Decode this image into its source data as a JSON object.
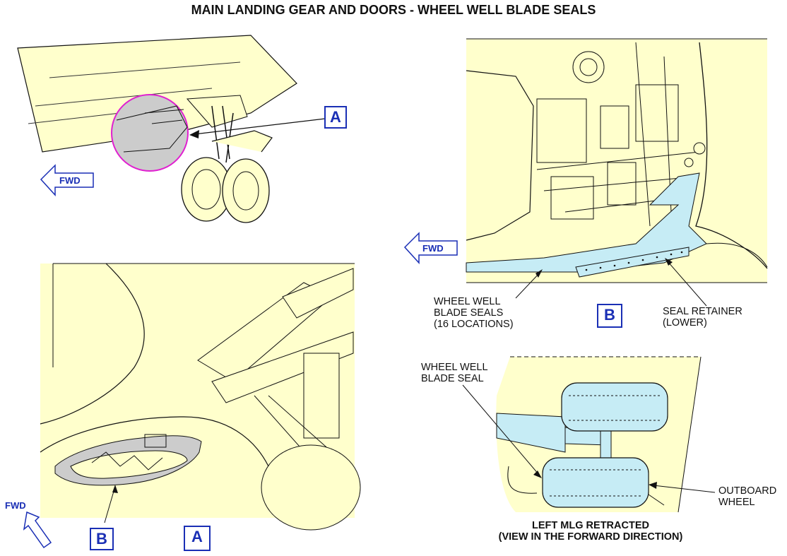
{
  "title": "MAIN LANDING GEAR AND DOORS - WHEEL WELL BLADE SEALS",
  "callouts": {
    "a_top": "A",
    "a_bottom": "A",
    "b_right": "B",
    "b_bottom": "B"
  },
  "fwd": {
    "top_left": "FWD",
    "top_right": "FWD",
    "bottom_left": "FWD"
  },
  "labels": {
    "blade_seals_line1": "WHEEL WELL",
    "blade_seals_line2": "BLADE SEALS",
    "blade_seals_line3": "(16 LOCATIONS)",
    "seal_retainer_line1": "SEAL RETAINER",
    "seal_retainer_line2": "(LOWER)",
    "blade_seal_line1": "WHEEL WELL",
    "blade_seal_line2": "BLADE SEAL",
    "outboard_line1": "OUTBOARD",
    "outboard_line2": "WHEEL",
    "retracted_line1": "LEFT MLG RETRACTED",
    "retracted_line2": "(VIEW IN THE FORWARD DIRECTION)"
  },
  "colors": {
    "skin": "#ffffcc",
    "seal": "#c6ecf5",
    "highlight": "#e020d0",
    "callout": "#1a2fb5"
  }
}
